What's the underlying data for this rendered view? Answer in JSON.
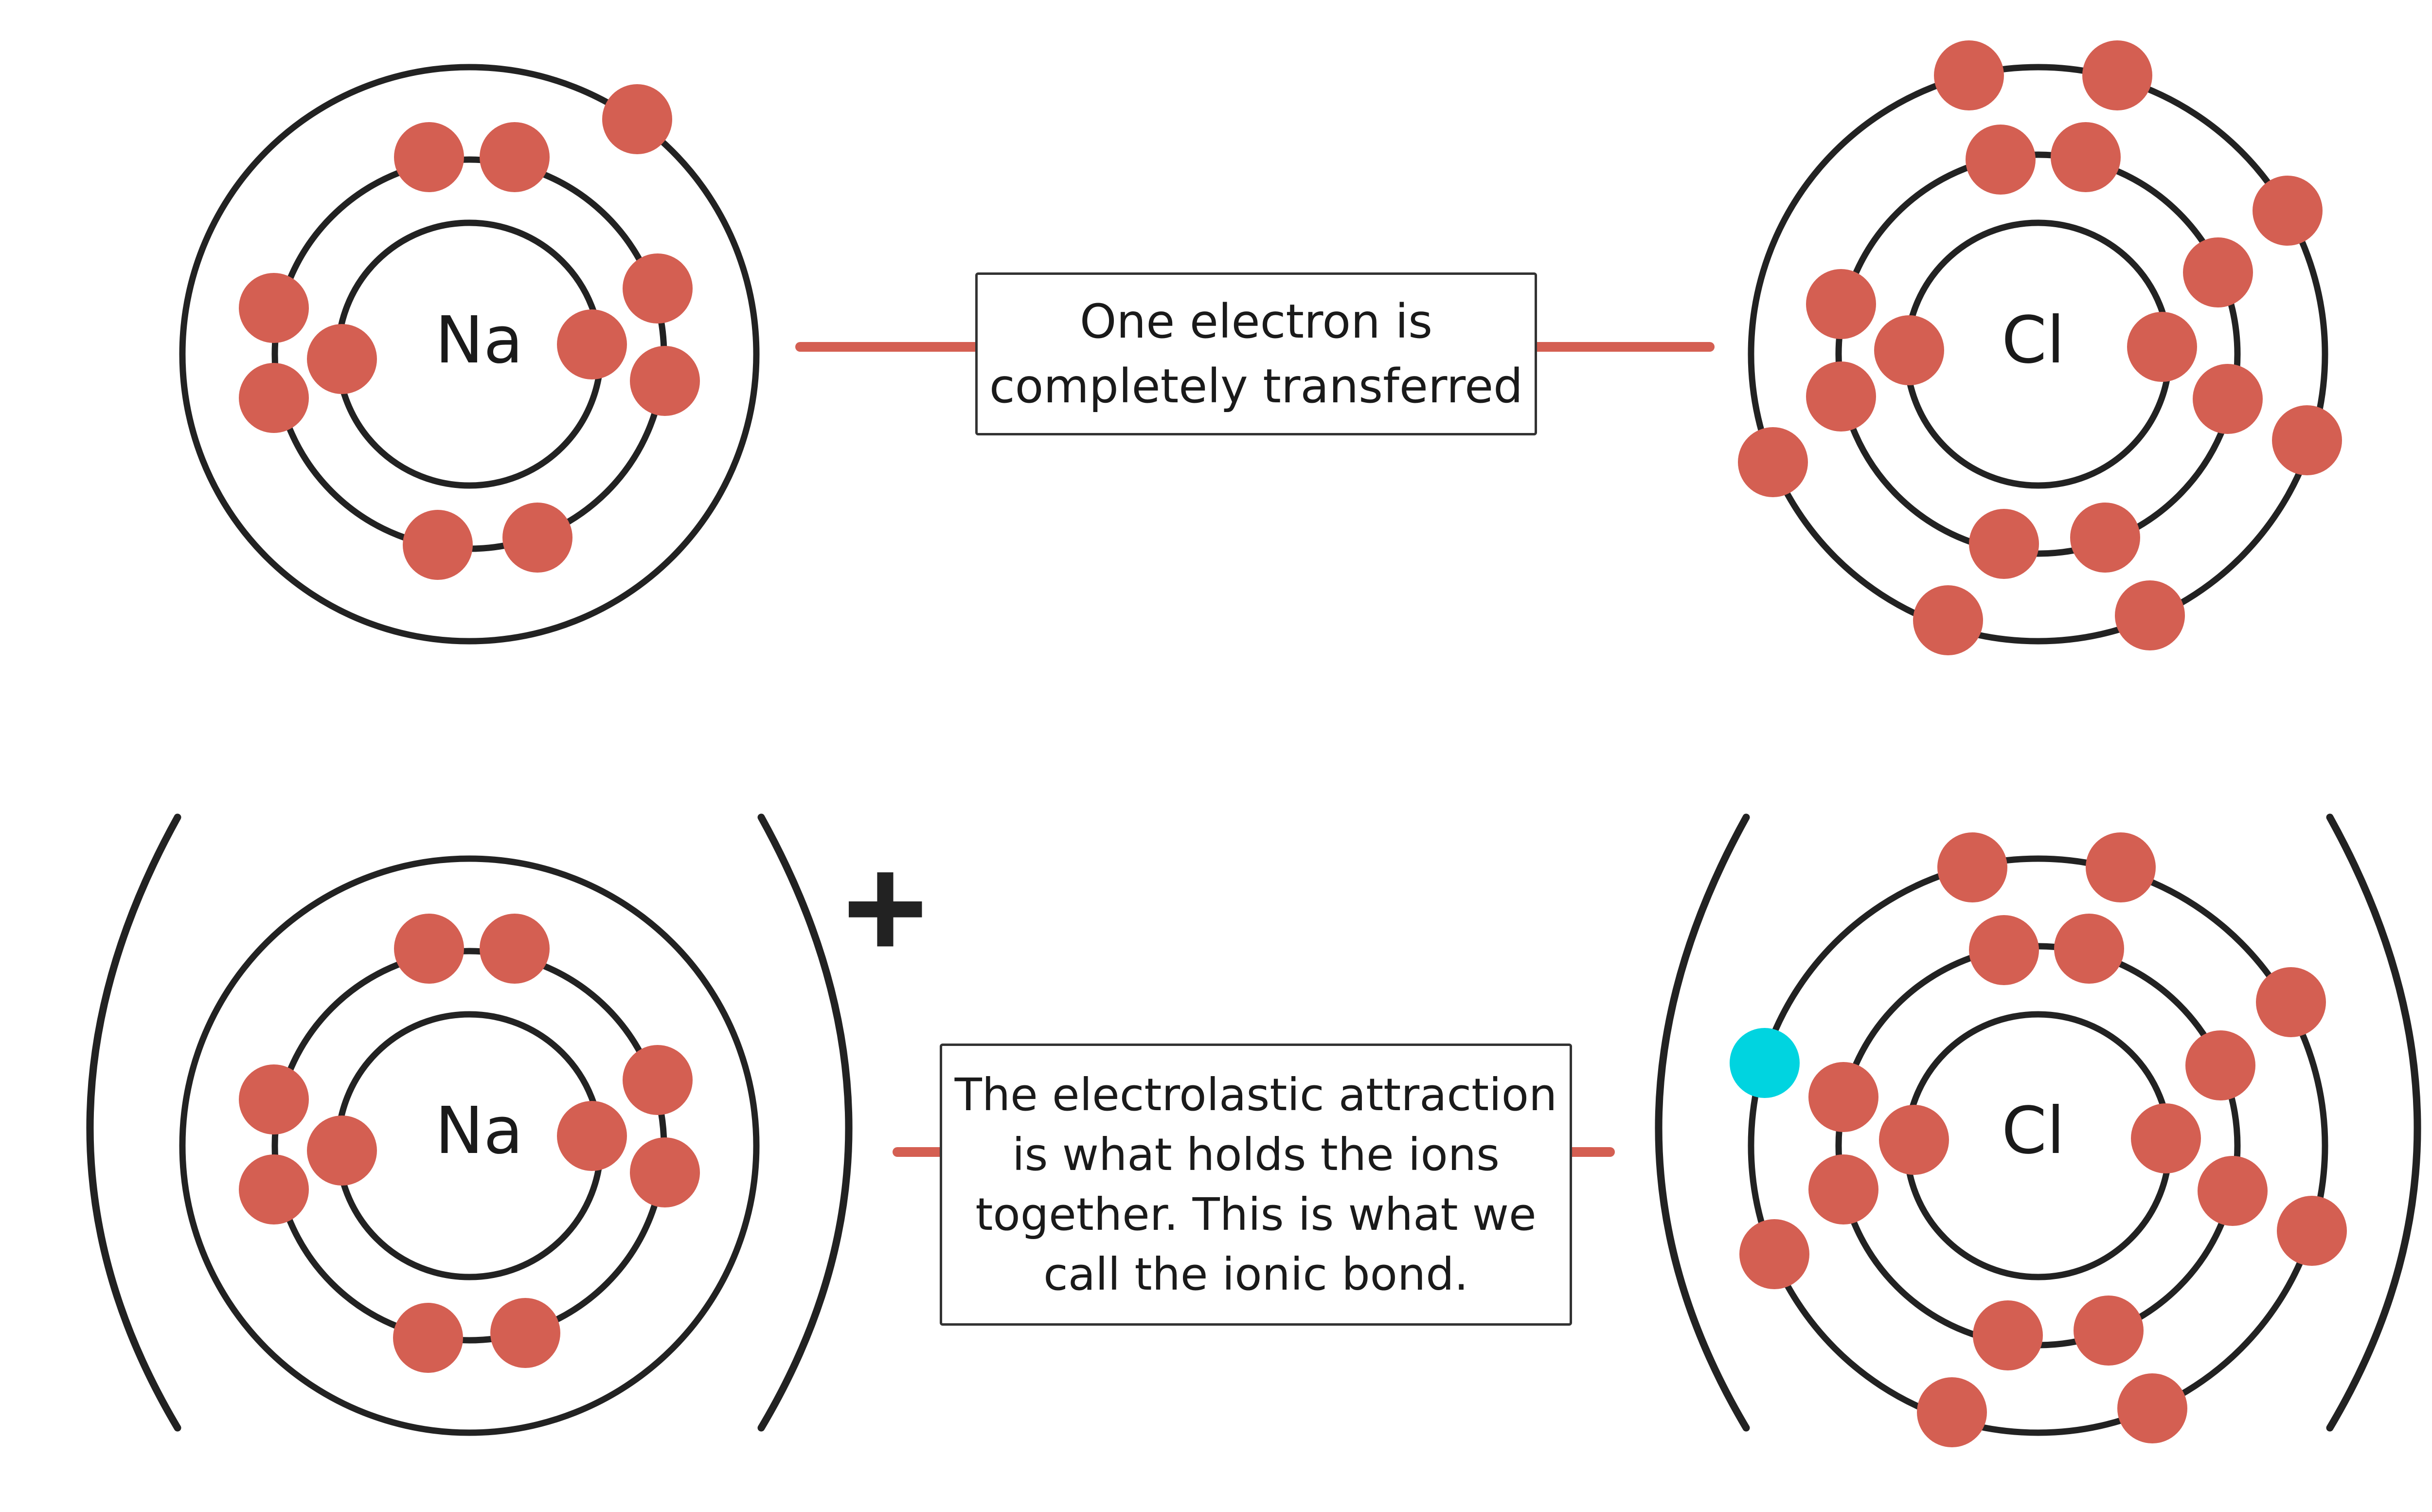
{
  "colors": {
    "electron": "#d45f52",
    "transferred_electron": "#00d4e0",
    "shell": "#222222",
    "connector": "#d45f52"
  },
  "top_row": {
    "sodium_label": "Na",
    "chlorine_label": "Cl",
    "transfer_caption": [
      "One electron is",
      "completely transferred"
    ]
  },
  "bottom_row": {
    "sodium_label": "Na",
    "chlorine_label": "Cl",
    "sodium_charge": "+",
    "chlorine_charge": "-",
    "bond_caption": [
      "The electrolastic attraction",
      "is what holds the ions",
      "together. This is what we",
      "call the ionic bond."
    ]
  }
}
